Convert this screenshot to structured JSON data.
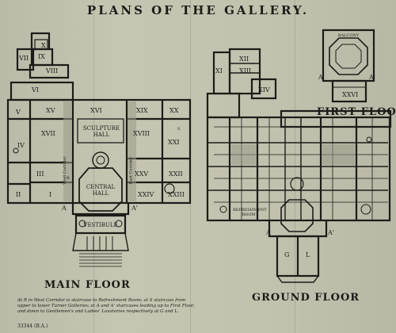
{
  "title": "PLANS OF THE GALLERY.",
  "floors": {
    "main": "MAIN FLOOR",
    "ground": "GROUND FLOOR",
    "first": "FIRST FLOOR"
  },
  "main_rooms": {
    "r10": "X",
    "r9": "IX",
    "r7": "VII",
    "r8": "VIII",
    "r6": "VI",
    "r5": "V",
    "r15": "XV",
    "r16": "XVI",
    "r19": "XIX",
    "r20": "XX",
    "r4": "IV",
    "r17": "XVII",
    "r18": "XVIII",
    "r21": "XXI",
    "r3": "III",
    "r25": "XXV",
    "r22": "XXII",
    "r2": "II",
    "r1": "I",
    "r24": "XXIV",
    "r23": "XXIII",
    "sculpture": "SCULPTURE HALL",
    "central": "CENTRAL HALL",
    "vestibule": "VESTIBULE",
    "west_corridor": "West Corridor",
    "east_corridor": "East Corridor",
    "mark_r": "R",
    "mark_s": "S",
    "mark_a": "A",
    "mark_a2": "A'"
  },
  "ground_rooms": {
    "r11": "XI",
    "r12": "XII",
    "r13": "XIII",
    "r14": "XIV",
    "refreshment": "REFRESHMENT ROOM",
    "g": "G",
    "l": "L",
    "mark_a": "A",
    "mark_a2": "A'"
  },
  "first_rooms": {
    "balcony": "BALCONY",
    "r26": "XXVI",
    "mark_a": "A",
    "mark_a2": "A'"
  },
  "caption": "At R in West Corridor is staircase to Refreshment Room; at S staircase from upper to lower Turner Galleries; at A and A' staircases leading up to First Floor, and down to Gentlemen's and Ladies' Lavatories respectively at G and L.",
  "doc_number": "33344 (B.A.)"
}
